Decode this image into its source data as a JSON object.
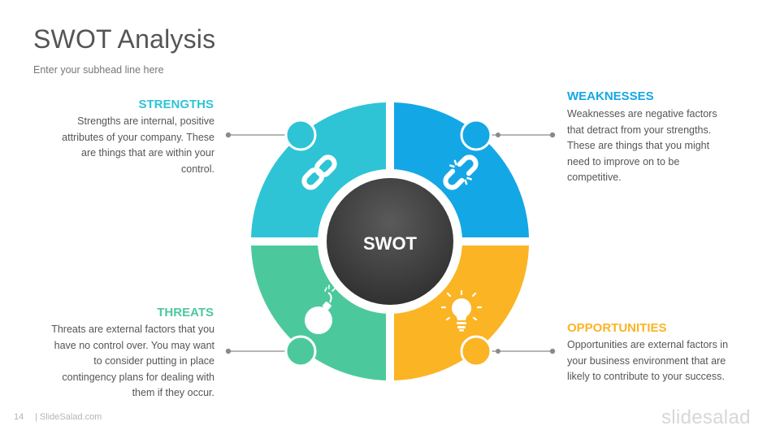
{
  "slide": {
    "title": "SWOT Analysis",
    "subhead": "Enter your subhead  line here",
    "page_number": "14",
    "footer_site": "| SlideSalad.com",
    "brand": "slidesalad"
  },
  "center_label": "SWOT",
  "colors": {
    "strengths": "#2ec4d6",
    "weaknesses": "#14a7e6",
    "threats": "#4cc99c",
    "opportunities": "#fbb424",
    "center": "#3f3f3f"
  },
  "quadrants": {
    "strengths": {
      "title": "STRENGTHS",
      "lines": [
        "Strengths are internal, positive",
        "attributes of your company. These",
        "are things that are within your",
        "control."
      ],
      "icon": "link-icon"
    },
    "weaknesses": {
      "title": "WEAKNESSES",
      "lines": [
        "Weaknesses are negative factors",
        "that detract from your strengths.",
        "These are things that you might",
        "need to improve on to be",
        "competitive."
      ],
      "icon": "broken-link-icon"
    },
    "threats": {
      "title": "THREATS",
      "lines": [
        "Threats are external factors that you",
        "have no control over. You may want",
        "to consider putting in place",
        "contingency plans for dealing with",
        "them if they occur."
      ],
      "icon": "bomb-icon"
    },
    "opportunities": {
      "title": "OPPORTUNITIES",
      "lines": [
        "Opportunities are external factors in",
        "your business environment that are",
        "likely to contribute to your success."
      ],
      "icon": "lightbulb-icon"
    }
  }
}
